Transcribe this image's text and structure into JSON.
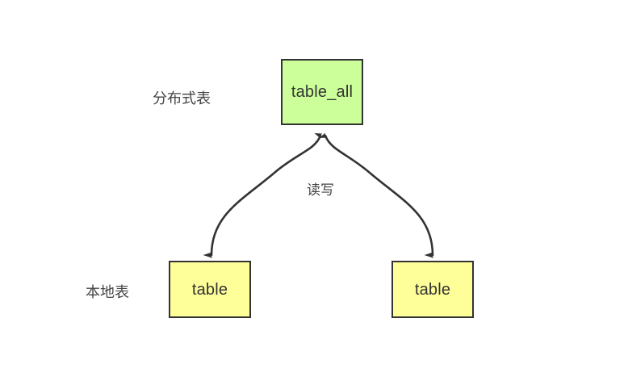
{
  "diagram": {
    "title_text": "",
    "background_color": "#ffffff",
    "stroke_color": "#333333",
    "nodes": [
      {
        "id": "table_all",
        "label": "table_all",
        "fill": "#ccff99",
        "role": "distributed-table"
      },
      {
        "id": "table_left",
        "label": "table",
        "fill": "#ffff99",
        "role": "local-table"
      },
      {
        "id": "table_right",
        "label": "table",
        "fill": "#ffff99",
        "role": "local-table"
      }
    ],
    "row_labels": {
      "distributed": "分布式表",
      "local": "本地表"
    },
    "edges": [
      {
        "from": "table_left",
        "to": "table_all",
        "label": "读写",
        "bidirectional": true
      },
      {
        "from": "table_right",
        "to": "table_all",
        "label": "读写",
        "bidirectional": true
      }
    ],
    "edge_label": "读写"
  }
}
